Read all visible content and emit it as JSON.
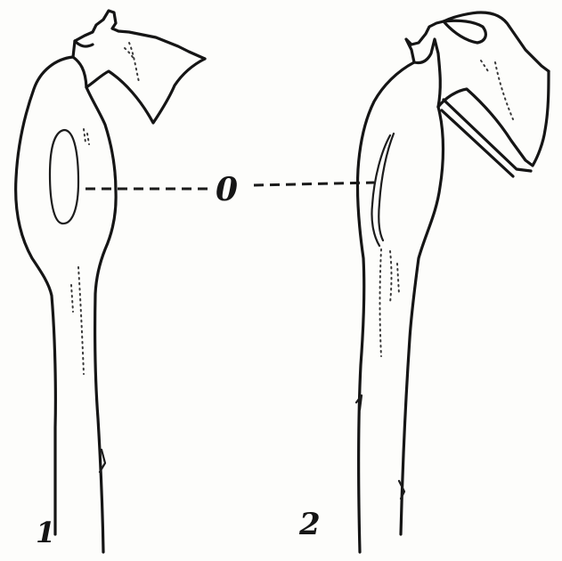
{
  "figure": {
    "leader_label": "0",
    "panels": [
      {
        "label": "1"
      },
      {
        "label": "2"
      }
    ]
  }
}
